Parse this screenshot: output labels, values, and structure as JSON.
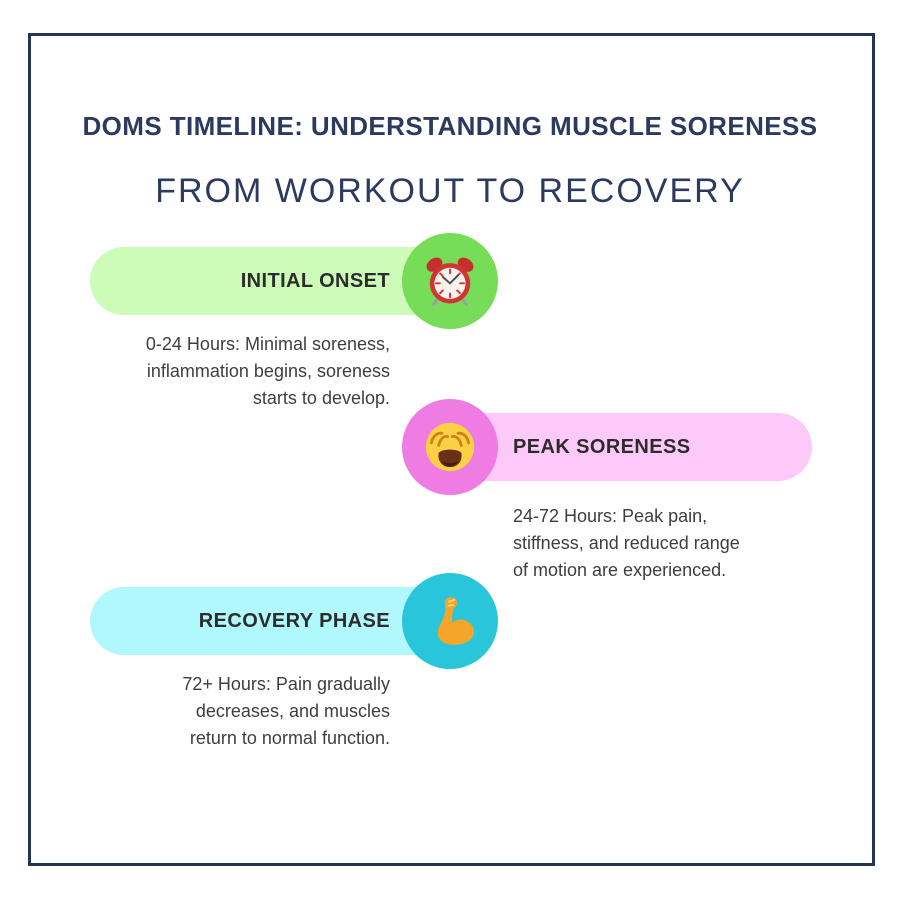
{
  "page": {
    "background": "#ffffff",
    "border_color": "#233457"
  },
  "header": {
    "title": "DOMS TIMELINE: UNDERSTANDING MUSCLE SORENESS",
    "subtitle": "FROM WORKOUT TO RECOVERY",
    "text_color": "#2c3a60"
  },
  "timeline": {
    "items": [
      {
        "label": "INITIAL ONSET",
        "description_lines": [
          "0-24 Hours: Minimal soreness,",
          "inflammation begins, soreness",
          "starts to develop."
        ],
        "icon": "alarm-clock-icon",
        "pill_color": "#ccfcb8",
        "badge_color": "#77dc58",
        "align": "left"
      },
      {
        "label": "PEAK SORENESS",
        "description_lines": [
          "24-72 Hours: Peak pain,",
          "stiffness, and reduced range",
          "of motion are experienced."
        ],
        "icon": "weary-face-icon",
        "pill_color": "#fdc9f9",
        "badge_color": "#ef7ce2",
        "align": "right"
      },
      {
        "label": "RECOVERY PHASE",
        "description_lines": [
          "72+ Hours: Pain gradually",
          "decreases, and muscles",
          "return to normal function."
        ],
        "icon": "flexed-biceps-icon",
        "pill_color": "#b0f8fb",
        "badge_color": "#29c5db",
        "align": "left"
      }
    ]
  }
}
